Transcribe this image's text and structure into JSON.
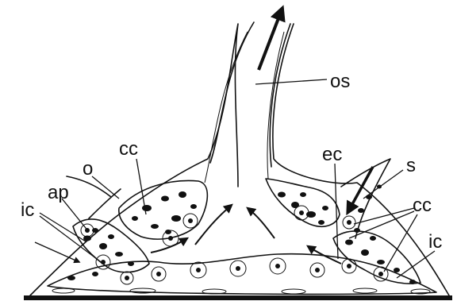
{
  "labels": {
    "os": "os",
    "cc_left": "cc",
    "o": "o",
    "ap": "ap",
    "ic_left": "ic",
    "ec": "ec",
    "s": "s",
    "cc_right": "cc",
    "ic_right": "ic"
  },
  "colors": {
    "ink": "#111111",
    "background": "#ffffff"
  }
}
